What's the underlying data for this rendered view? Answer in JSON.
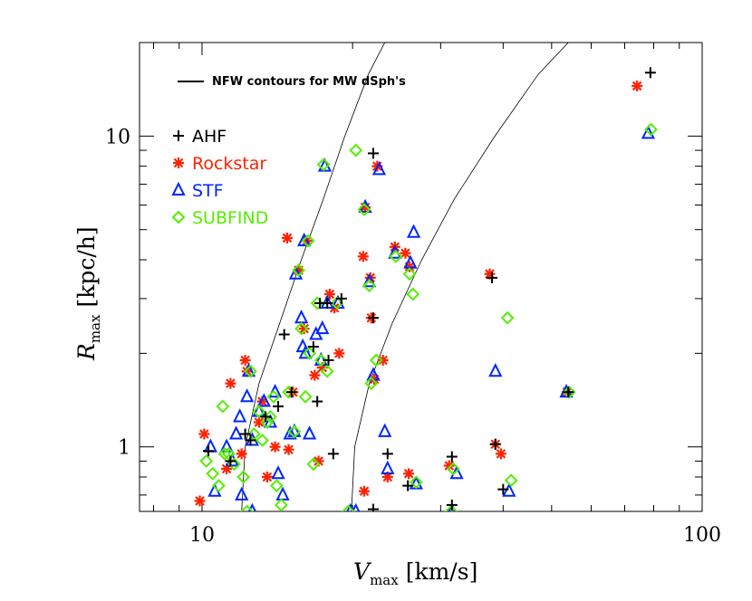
{
  "chart_data": {
    "type": "scatter",
    "xscale": "log",
    "yscale": "log",
    "xlim": [
      7.5,
      100
    ],
    "ylim": [
      0.62,
      20
    ],
    "xticks": [
      {
        "value": 10,
        "label": "10"
      },
      {
        "value": 100,
        "label": "100"
      }
    ],
    "yticks": [
      {
        "value": 1,
        "label": "1"
      },
      {
        "value": 10,
        "label": "10"
      }
    ],
    "xlabel": {
      "main": "V",
      "sub": "max",
      "unit": "[km/s]"
    },
    "ylabel": {
      "main": "R",
      "sub": "max",
      "unit": "[kpc/h]"
    },
    "curve_legend": "NFW contours for MW dSph's",
    "legend_placement": "top-left",
    "curves": [
      {
        "points": [
          [
            12.0,
            0.62
          ],
          [
            12.2,
            1.0
          ],
          [
            13.0,
            1.6
          ],
          [
            14.3,
            2.5
          ],
          [
            15.8,
            4.0
          ],
          [
            17.5,
            6.3
          ],
          [
            19.3,
            10.0
          ],
          [
            21.5,
            15.8
          ],
          [
            23.2,
            20.0
          ]
        ]
      },
      {
        "points": [
          [
            19.9,
            0.62
          ],
          [
            20.2,
            1.0
          ],
          [
            21.6,
            1.6
          ],
          [
            24.0,
            2.5
          ],
          [
            27.5,
            4.0
          ],
          [
            32.0,
            6.3
          ],
          [
            38.5,
            10.0
          ],
          [
            47.0,
            15.8
          ],
          [
            54.0,
            20.0
          ]
        ]
      }
    ],
    "series": [
      {
        "name": "AHF",
        "marker": "plus",
        "color": "#000000",
        "points": [
          [
            12.2,
            1.1
          ],
          [
            10.3,
            0.97
          ],
          [
            11.4,
            0.9
          ],
          [
            12.5,
            1.05
          ],
          [
            13.4,
            1.25
          ],
          [
            14.2,
            1.35
          ],
          [
            14.6,
            2.3
          ],
          [
            15.1,
            1.5
          ],
          [
            16.7,
            2.1
          ],
          [
            17.2,
            2.9
          ],
          [
            17.9,
            1.9
          ],
          [
            18.3,
            0.95
          ],
          [
            17.8,
            2.9
          ],
          [
            22.0,
            8.8
          ],
          [
            22.0,
            2.6
          ],
          [
            23.5,
            0.95
          ],
          [
            25.8,
            0.75
          ],
          [
            22.0,
            0.63
          ],
          [
            31.6,
            0.65
          ],
          [
            31.6,
            0.93
          ],
          [
            38.0,
            3.5
          ],
          [
            38.6,
            1.02
          ],
          [
            40.0,
            0.73
          ],
          [
            54.0,
            1.5
          ],
          [
            78.8,
            16.0
          ],
          [
            17.0,
            1.4
          ],
          [
            19.0,
            3.0
          ]
        ]
      },
      {
        "name": "Rockstar",
        "marker": "asterisk",
        "color": "#ff2200",
        "points": [
          [
            10.1,
            1.1
          ],
          [
            9.9,
            0.67
          ],
          [
            11.4,
            1.6
          ],
          [
            12.2,
            1.9
          ],
          [
            12.3,
            1.75
          ],
          [
            12.0,
            0.95
          ],
          [
            13.2,
            1.4
          ],
          [
            13.5,
            0.8
          ],
          [
            14.8,
            4.7
          ],
          [
            14.9,
            0.98
          ],
          [
            15.2,
            1.5
          ],
          [
            15.6,
            3.7
          ],
          [
            16.0,
            2.4
          ],
          [
            16.8,
            1.7
          ],
          [
            17.1,
            0.9
          ],
          [
            17.4,
            1.8
          ],
          [
            18.0,
            3.1
          ],
          [
            18.4,
            2.8
          ],
          [
            18.8,
            2.0
          ],
          [
            21.1,
            0.72
          ],
          [
            21.2,
            5.9
          ],
          [
            21.8,
            2.6
          ],
          [
            21.7,
            3.5
          ],
          [
            22.1,
            1.65
          ],
          [
            22.4,
            8.0
          ],
          [
            23.0,
            1.9
          ],
          [
            23.5,
            0.8
          ],
          [
            24.3,
            4.4
          ],
          [
            25.5,
            4.2
          ],
          [
            26.0,
            3.8
          ],
          [
            25.9,
            0.82
          ],
          [
            31.2,
            0.87
          ],
          [
            37.6,
            3.6
          ],
          [
            38.6,
            1.02
          ],
          [
            39.6,
            0.95
          ],
          [
            53.7,
            1.5
          ],
          [
            74.1,
            14.5
          ],
          [
            16.2,
            4.6
          ],
          [
            21.0,
            4.1
          ],
          [
            13.0,
            1.2
          ],
          [
            11.2,
            0.85
          ],
          [
            14.0,
            1.0
          ]
        ]
      },
      {
        "name": "STF",
        "marker": "triangle",
        "color": "#0026ff",
        "points": [
          [
            10.4,
            1.0
          ],
          [
            10.6,
            0.72
          ],
          [
            11.2,
            1.0
          ],
          [
            11.5,
            0.9
          ],
          [
            11.7,
            1.1
          ],
          [
            12.0,
            0.7
          ],
          [
            12.3,
            1.45
          ],
          [
            12.4,
            1.75
          ],
          [
            12.6,
            1.05
          ],
          [
            13.0,
            1.3
          ],
          [
            13.3,
            1.4
          ],
          [
            13.7,
            1.2
          ],
          [
            14.0,
            1.5
          ],
          [
            14.2,
            0.82
          ],
          [
            14.5,
            0.7
          ],
          [
            15.0,
            1.1
          ],
          [
            15.3,
            1.12
          ],
          [
            15.8,
            2.6
          ],
          [
            16.1,
            2.0
          ],
          [
            16.4,
            1.1
          ],
          [
            16.9,
            2.3
          ],
          [
            17.4,
            2.4
          ],
          [
            17.3,
            1.9
          ],
          [
            17.6,
            8.0
          ],
          [
            17.8,
            2.9
          ],
          [
            18.7,
            2.9
          ],
          [
            19.8,
            0.62
          ],
          [
            20.3,
            0.62
          ],
          [
            21.2,
            5.9
          ],
          [
            21.6,
            3.4
          ],
          [
            22.0,
            1.7
          ],
          [
            22.6,
            7.8
          ],
          [
            23.2,
            1.12
          ],
          [
            23.5,
            0.85
          ],
          [
            24.3,
            4.2
          ],
          [
            26.1,
            3.9
          ],
          [
            26.5,
            4.9
          ],
          [
            26.8,
            0.76
          ],
          [
            31.6,
            0.62
          ],
          [
            32.3,
            0.82
          ],
          [
            38.6,
            1.75
          ],
          [
            41.1,
            0.72
          ],
          [
            53.5,
            1.5
          ],
          [
            78.0,
            10.2
          ],
          [
            16.0,
            4.6
          ],
          [
            15.4,
            3.6
          ],
          [
            15.9,
            2.1
          ],
          [
            12.6,
            0.62
          ],
          [
            11.9,
            1.25
          ]
        ]
      },
      {
        "name": "SUBFIND",
        "marker": "diamond",
        "color": "#55ee00",
        "points": [
          [
            10.2,
            0.9
          ],
          [
            10.5,
            0.82
          ],
          [
            10.8,
            0.75
          ],
          [
            11.0,
            1.35
          ],
          [
            11.3,
            0.95
          ],
          [
            11.6,
            0.88
          ],
          [
            12.1,
            0.8
          ],
          [
            12.3,
            0.62
          ],
          [
            12.5,
            1.75
          ],
          [
            12.7,
            1.1
          ],
          [
            13.0,
            1.3
          ],
          [
            13.2,
            1.05
          ],
          [
            13.5,
            1.2
          ],
          [
            13.9,
            1.45
          ],
          [
            14.1,
            0.75
          ],
          [
            14.4,
            0.65
          ],
          [
            14.9,
            1.5
          ],
          [
            15.3,
            1.12
          ],
          [
            15.8,
            2.4
          ],
          [
            16.1,
            1.45
          ],
          [
            16.4,
            2.0
          ],
          [
            16.7,
            0.88
          ],
          [
            17.0,
            2.9
          ],
          [
            17.3,
            1.9
          ],
          [
            17.8,
            1.75
          ],
          [
            17.5,
            8.1
          ],
          [
            18.6,
            2.9
          ],
          [
            19.6,
            0.62
          ],
          [
            20.3,
            9.0
          ],
          [
            21.1,
            5.8
          ],
          [
            21.6,
            3.3
          ],
          [
            21.8,
            1.6
          ],
          [
            22.3,
            1.9
          ],
          [
            24.4,
            4.1
          ],
          [
            26.0,
            3.6
          ],
          [
            26.4,
            3.1
          ],
          [
            26.8,
            0.77
          ],
          [
            31.5,
            0.62
          ],
          [
            31.8,
            0.85
          ],
          [
            40.8,
            2.6
          ],
          [
            41.5,
            0.78
          ],
          [
            54.2,
            1.5
          ],
          [
            79.0,
            10.5
          ],
          [
            16.3,
            4.6
          ],
          [
            15.6,
            3.7
          ],
          [
            11.1,
            0.95
          ],
          [
            13.7,
            1.25
          ]
        ]
      }
    ]
  }
}
